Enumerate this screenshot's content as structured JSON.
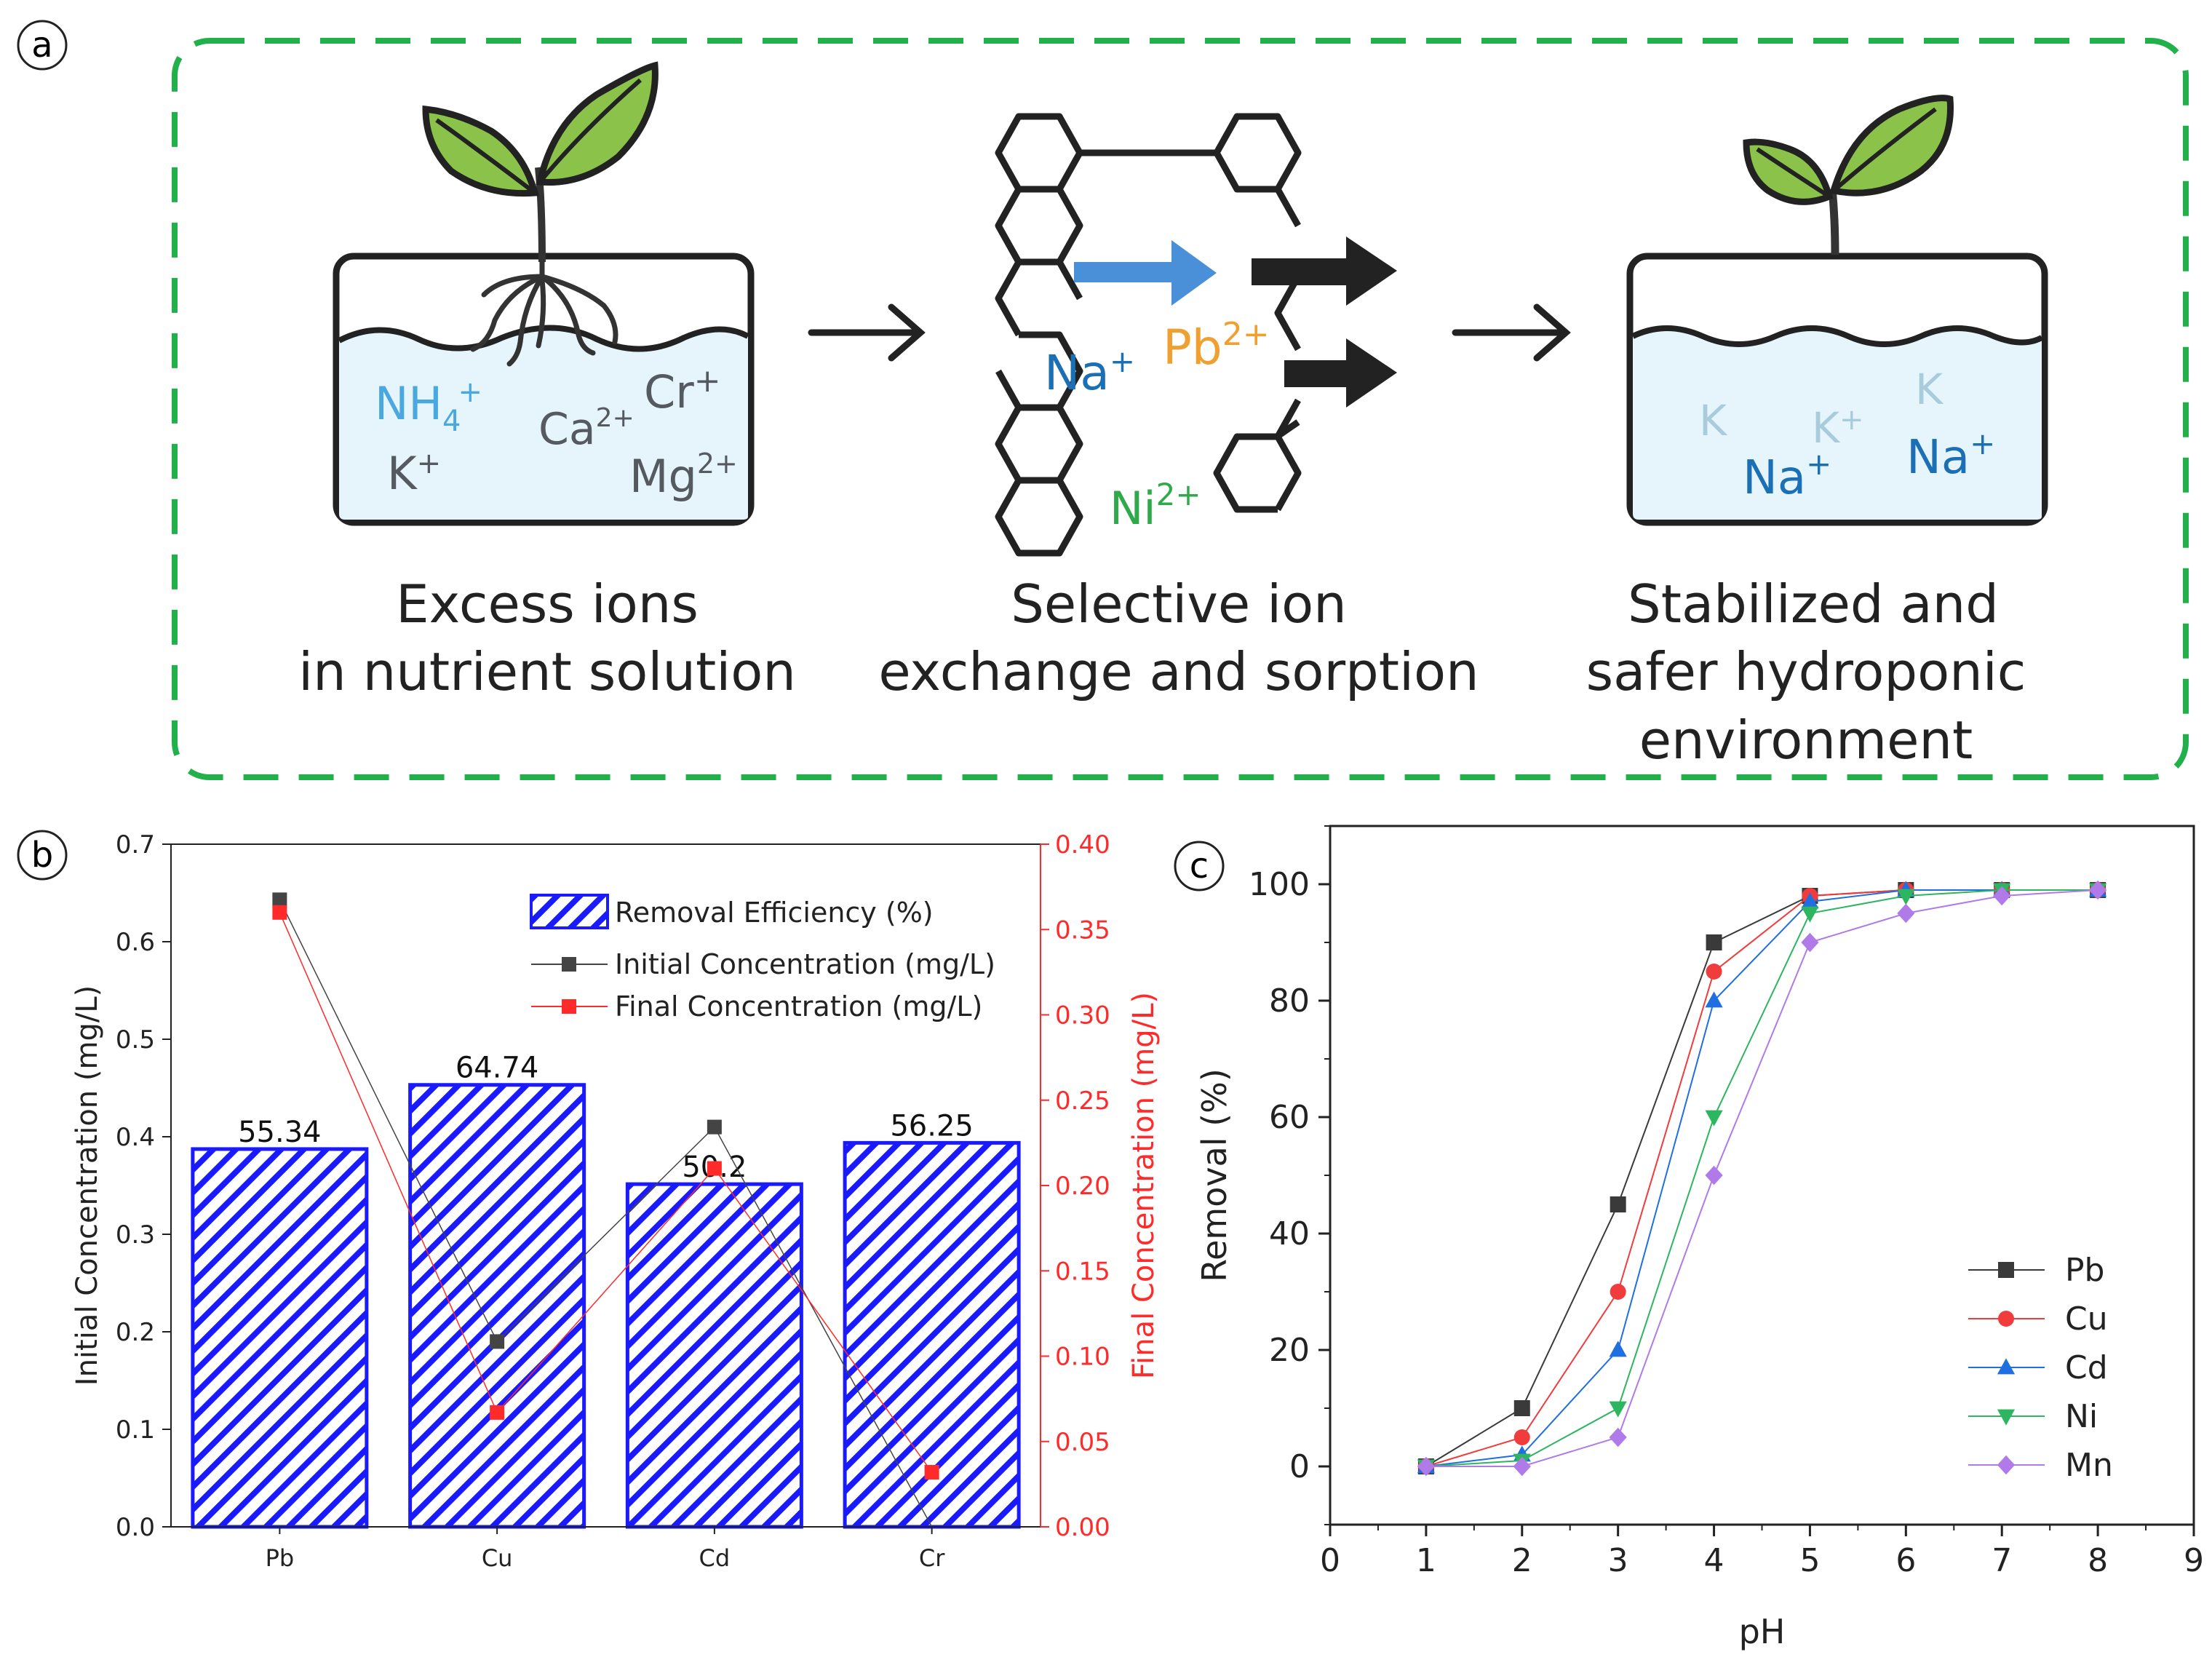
{
  "panel_a": {
    "label": "a",
    "captions": [
      [
        "Excess ions",
        "in nutrient solution"
      ],
      [
        "Selective ion",
        "exchange and sorption"
      ],
      [
        "Stabilized and",
        "safer hydroponic",
        "environment"
      ]
    ],
    "ions_left": [
      {
        "base": "NH",
        "sub": "4",
        "sup": "+"
      },
      {
        "base": "Cr",
        "sub": "",
        "sup": "+"
      },
      {
        "base": "Ca",
        "sub": "",
        "sup": "2+"
      },
      {
        "base": "K",
        "sub": "",
        "sup": "+"
      },
      {
        "base": "Mg",
        "sub": "",
        "sup": "2+"
      }
    ],
    "ions_middle": [
      {
        "base": "Na",
        "sub": "",
        "sup": "+"
      },
      {
        "base": "Pb",
        "sub": "",
        "sup": "2+"
      },
      {
        "base": "Ni",
        "sub": "",
        "sup": "2+"
      }
    ],
    "ions_right": [
      {
        "base": "K",
        "sub": "",
        "sup": ""
      },
      {
        "base": "K",
        "sub": "",
        "sup": "+"
      },
      {
        "base": "K",
        "sub": "",
        "sup": ""
      },
      {
        "base": "Na",
        "sub": "",
        "sup": "+"
      },
      {
        "base": "Na",
        "sub": "",
        "sup": "+"
      }
    ],
    "colors": {
      "border": "#22b04b",
      "leaf": "#8bc34a",
      "water": "#e6f5fc",
      "arrow_blue": "#4a90d9",
      "ion_blue": "#1a6fb5",
      "ion_orange": "#f0a030",
      "ion_green": "#2eaa4a",
      "ion_gray": "#555a60",
      "ion_light": "#a9ccdc"
    }
  },
  "chart_data": [
    {
      "panel_label": "b",
      "type": "bar",
      "categories": [
        "Pb",
        "Cu",
        "Cd",
        "Cr"
      ],
      "bar_series": {
        "name": "Removal Efficiency (%)",
        "values": [
          55.34,
          64.74,
          50.2,
          56.25
        ],
        "labels": [
          "55.34",
          "64.74",
          "50.2",
          "56.25"
        ],
        "color": "#1a1aff"
      },
      "line_series": [
        {
          "name": "Initial Concentration (mg/L)",
          "axis": "left",
          "values": [
            0.643,
            0.19,
            0.41,
            0.0
          ],
          "color": "#444444"
        },
        {
          "name": "Final Concentration (mg/L)",
          "axis": "right",
          "values": [
            0.36,
            0.067,
            0.21,
            0.032
          ],
          "color": "#ff2a2a"
        }
      ],
      "ylabel": "Initial Concentration (mg/L)",
      "y2label": "Final Concentration (mg/L)",
      "ylim": [
        0,
        0.7
      ],
      "y2lim": [
        0,
        0.4
      ],
      "bar_ylim": [
        0,
        100
      ],
      "yticks": [
        "0.0",
        "0.1",
        "0.2",
        "0.3",
        "0.4",
        "0.5",
        "0.6",
        "0.7"
      ],
      "y2ticks": [
        "0.00",
        "0.05",
        "0.10",
        "0.15",
        "0.20",
        "0.25",
        "0.30",
        "0.35",
        "0.40"
      ],
      "legend_position": "top-right",
      "grid": false
    },
    {
      "panel_label": "c",
      "type": "line",
      "xlabel": "pH",
      "ylabel": "Removal (%)",
      "xlim": [
        0,
        9
      ],
      "ylim": [
        -10,
        110
      ],
      "xticks": [
        "0",
        "1",
        "2",
        "3",
        "4",
        "5",
        "6",
        "7",
        "8",
        "9"
      ],
      "yticks": [
        "0",
        "20",
        "40",
        "60",
        "80",
        "100"
      ],
      "x": [
        1,
        2,
        3,
        4,
        5,
        6,
        7,
        8
      ],
      "series": [
        {
          "name": "Pb",
          "marker": "square",
          "color": "#3a3a3a",
          "values": [
            0,
            10,
            45,
            90,
            98,
            99,
            99,
            99
          ]
        },
        {
          "name": "Cu",
          "marker": "circle",
          "color": "#f03c3c",
          "values": [
            0,
            5,
            30,
            85,
            98,
            99,
            99,
            99
          ]
        },
        {
          "name": "Cd",
          "marker": "triangle-up",
          "color": "#1f6fe0",
          "values": [
            0,
            2,
            20,
            80,
            97,
            99,
            99,
            99
          ]
        },
        {
          "name": "Ni",
          "marker": "triangle-down",
          "color": "#2eb560",
          "values": [
            0,
            1,
            10,
            60,
            95,
            98,
            99,
            99
          ]
        },
        {
          "name": "Mn",
          "marker": "diamond",
          "color": "#b07ae8",
          "values": [
            0,
            0,
            5,
            50,
            90,
            95,
            98,
            99
          ]
        }
      ],
      "legend_position": "bottom-right",
      "grid": false
    }
  ]
}
